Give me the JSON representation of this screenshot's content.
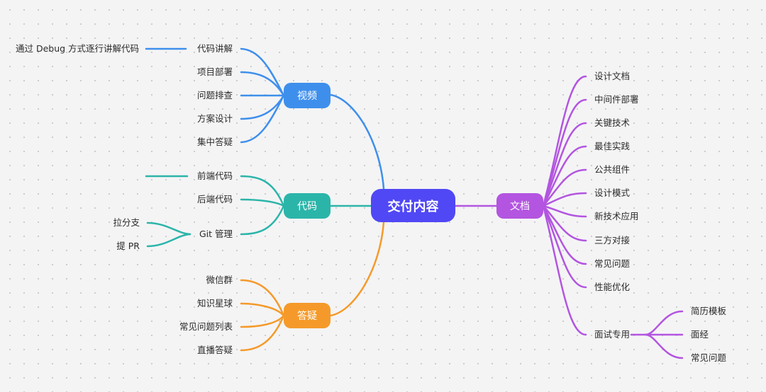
{
  "root": {
    "label": "交付内容",
    "color": "#5148f5"
  },
  "branches": {
    "video": {
      "label": "视频",
      "color": "#3e8fec",
      "items": [
        "代码讲解",
        "项目部署",
        "问题排查",
        "方案设计",
        "集中答疑"
      ],
      "note": "通过 Debug 方式逐行讲解代码"
    },
    "code": {
      "label": "代码",
      "color": "#2bb5a9",
      "items": [
        "前端代码",
        "后端代码",
        "Git 管理"
      ],
      "git_children": [
        "拉分支",
        "提 PR"
      ]
    },
    "qa": {
      "label": "答疑",
      "color": "#f59a2a",
      "items": [
        "微信群",
        "知识星球",
        "常见问题列表",
        "直播答疑"
      ]
    },
    "docs": {
      "label": "文档",
      "color": "#b355e0",
      "items": [
        "设计文档",
        "中间件部署",
        "关键技术",
        "最佳实践",
        "公共组件",
        "设计模式",
        "新技术应用",
        "三方对接",
        "常见问题",
        "性能优化",
        "面试专用"
      ],
      "interview_children": [
        "简历模板",
        "面经",
        "常见问题"
      ]
    }
  }
}
